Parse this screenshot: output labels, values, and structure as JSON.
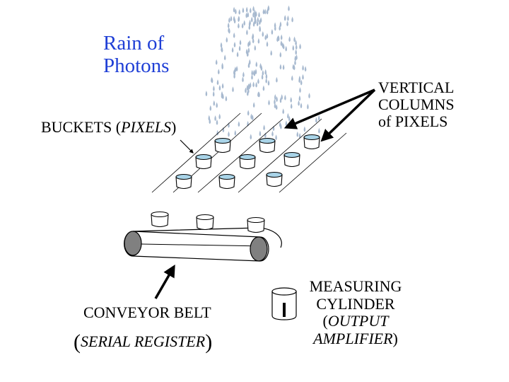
{
  "labels": {
    "rain": [
      "Rain of",
      "Photons"
    ],
    "buckets_prefix": "BUCKETS (",
    "buckets_italic": "PIXELS",
    "buckets_suffix": ")",
    "vertical": [
      "VERTICAL",
      "COLUMNS",
      "of PIXELS"
    ],
    "conveyor": "CONVEYOR BELT",
    "serial_open": "(",
    "serial_italic": "SERIAL REGISTER",
    "serial_close": ")",
    "measuring_line1": "MEASURING",
    "measuring_line2": "CYLINDER",
    "measuring_line3_open": "(",
    "measuring_line3_italic": "OUTPUT",
    "measuring_line4_italic": "AMPLIFIER",
    "measuring_line4_close": ")"
  },
  "colors": {
    "rain_text": "#1f3fd6",
    "water": "#a9d4e8",
    "raindrop": "#a7b9cf",
    "roller": "#808080"
  }
}
